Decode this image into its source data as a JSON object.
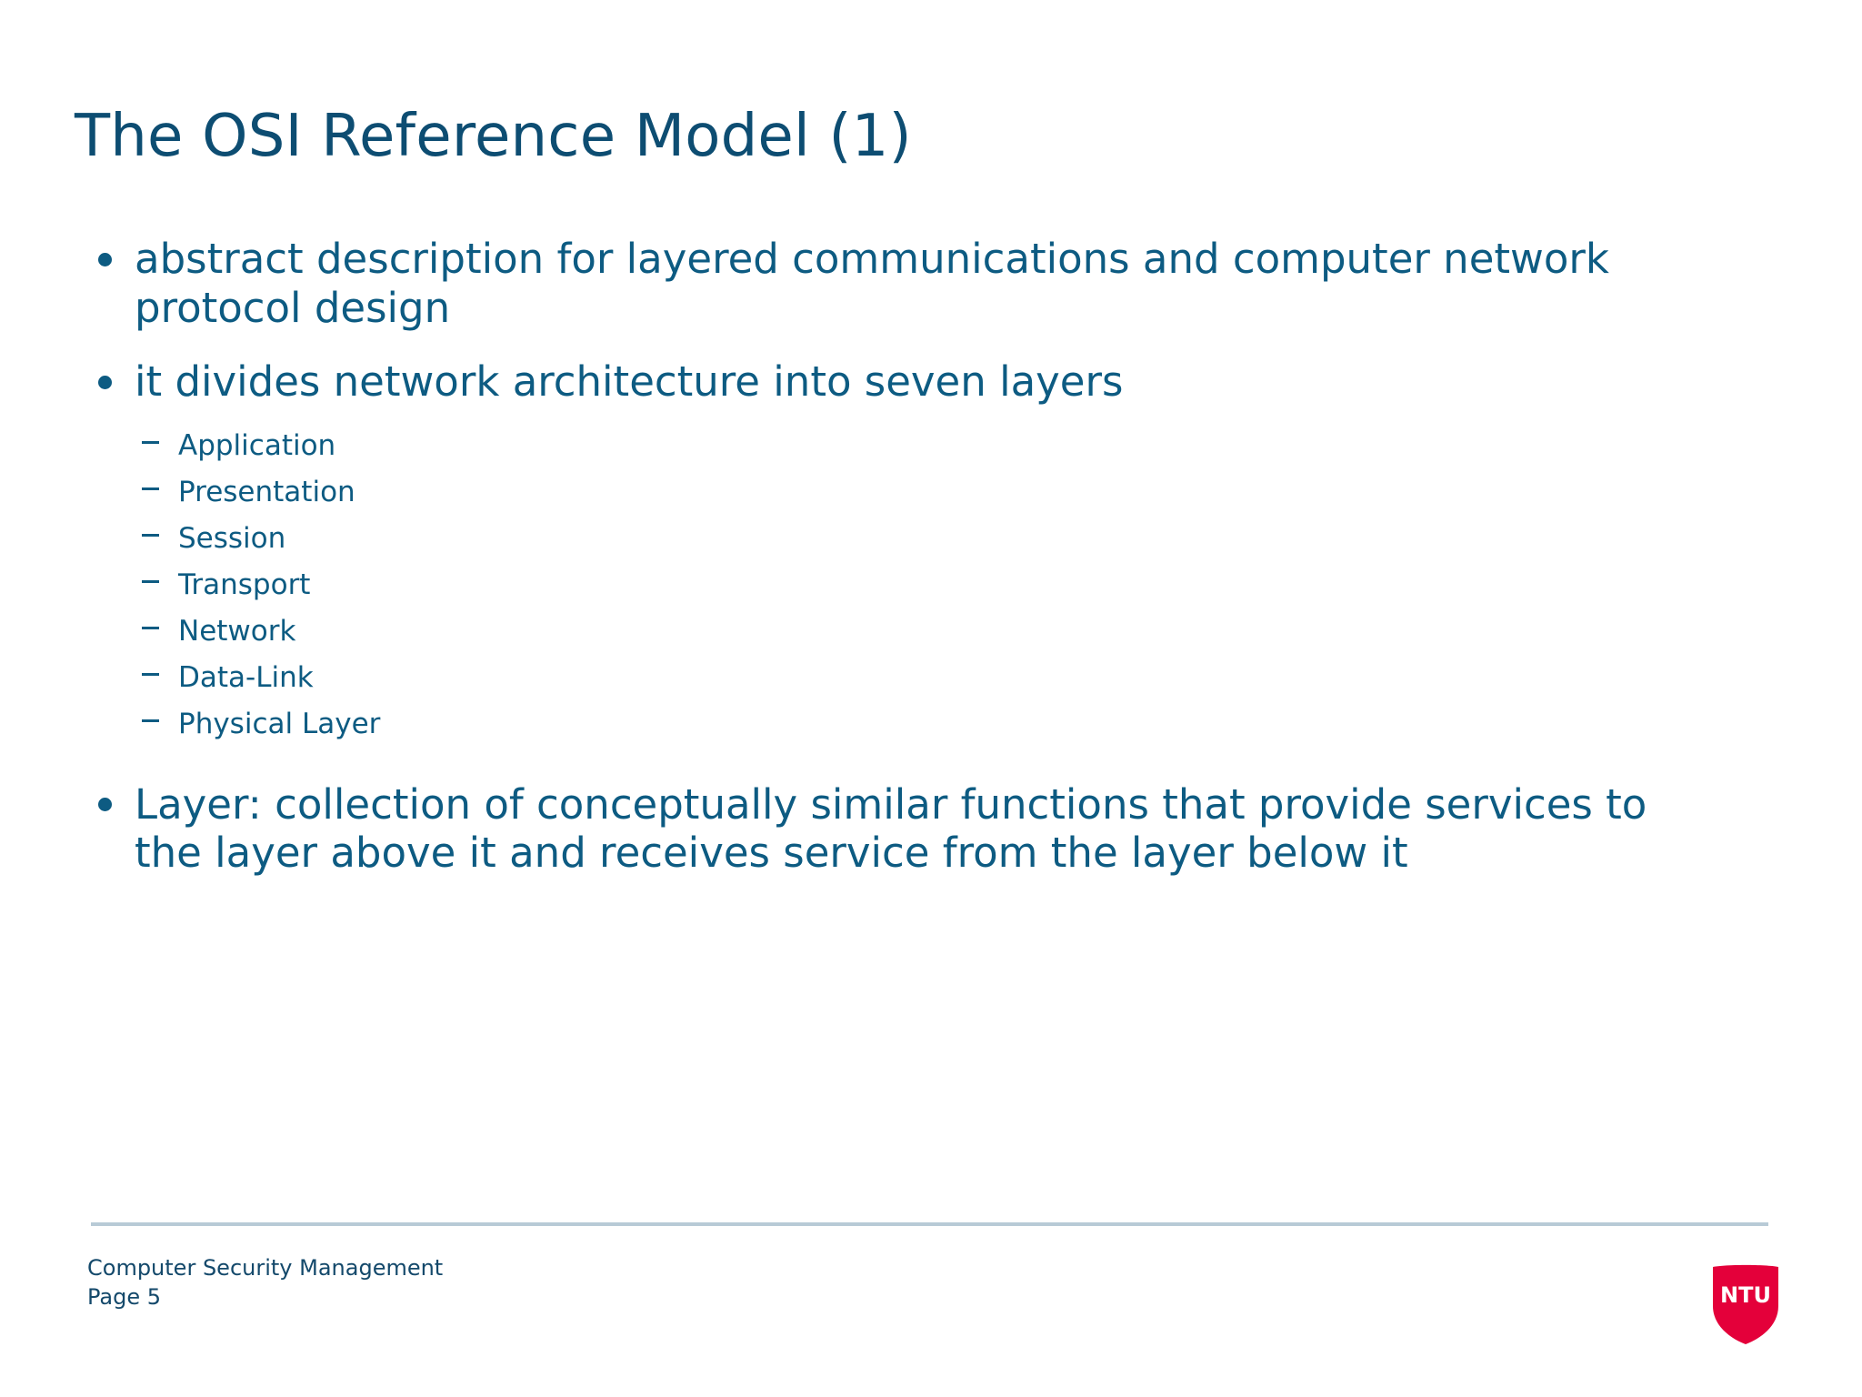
{
  "slide": {
    "title": "The OSI Reference Model (1)",
    "accent_title_color": "#0d4d72",
    "accent_body_color": "#0d5b82",
    "rule_color": "#b8cad6",
    "logo_color": "#e4003a",
    "background_color": "#ffffff"
  },
  "content": {
    "bullets": [
      {
        "text": "abstract description for layered communications and computer network protocol design"
      },
      {
        "text": "it divides network architecture into seven layers"
      },
      {
        "text": "Layer: collection of conceptually similar functions that provide services to the layer above it and receives service from the layer below it"
      }
    ],
    "layers": [
      "Application",
      "Presentation",
      "Session",
      "Transport",
      "Network",
      "Data-Link",
      "Physical Layer"
    ]
  },
  "footer": {
    "course": "Computer Security Management",
    "page": "Page 5",
    "logo_text": "NTU"
  }
}
